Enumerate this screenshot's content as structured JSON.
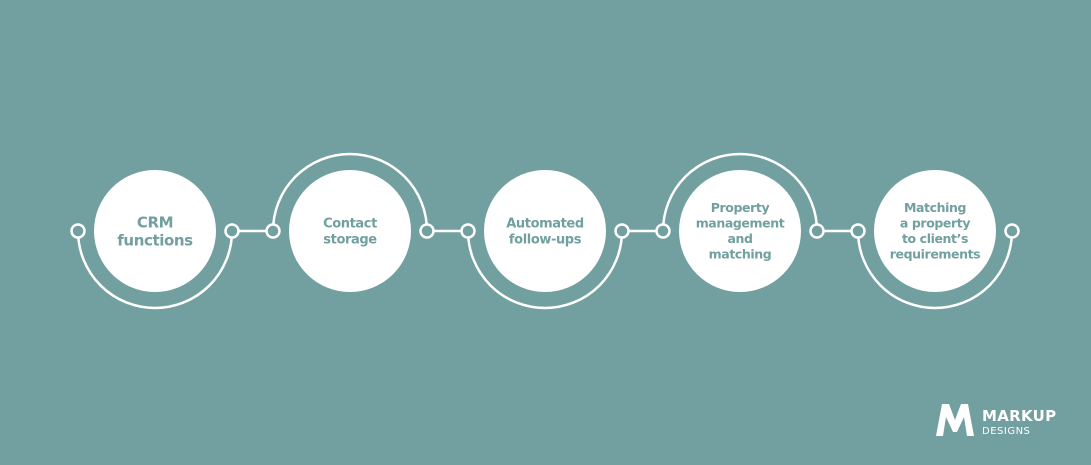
{
  "colors": {
    "background": "#729f9f",
    "foreground": "#ffffff",
    "node_text": "#729f9f"
  },
  "steps": [
    {
      "lines": [
        "CRM",
        "functions"
      ],
      "arc": "bottom"
    },
    {
      "lines": [
        "Contact",
        "storage"
      ],
      "arc": "top"
    },
    {
      "lines": [
        "Automated",
        "follow-ups"
      ],
      "arc": "bottom"
    },
    {
      "lines": [
        "Property",
        "management",
        "and",
        "matching"
      ],
      "arc": "top"
    },
    {
      "lines": [
        "Matching",
        "a property",
        "to client’s",
        "requirements"
      ],
      "arc": "bottom"
    }
  ],
  "logo": {
    "icon": "markup-m-logo-icon",
    "name": "MARKUP",
    "sub": "DESIGNS"
  }
}
